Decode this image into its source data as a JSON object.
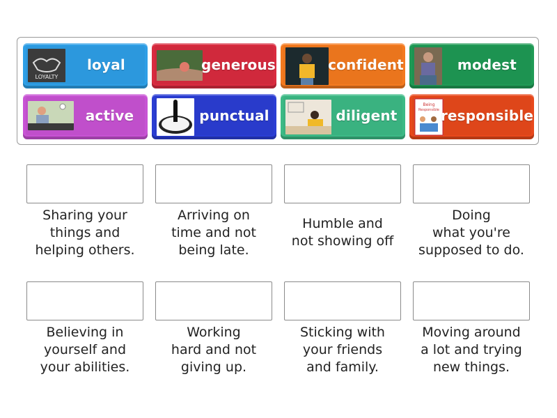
{
  "word_bank": {
    "tiles": [
      {
        "label": "loyal",
        "color": "#2e9fe6",
        "image": "loyalty-handshake-image"
      },
      {
        "label": "generous",
        "color": "#d92b3f",
        "image": "hands-giving-apple-image"
      },
      {
        "label": "confident",
        "color": "#f47a1f",
        "image": "confident-woman-image"
      },
      {
        "label": "modest",
        "color": "#1f9a55",
        "image": "modest-woman-image"
      },
      {
        "label": "active",
        "color": "#c853d4",
        "image": "busy-woman-desk-image"
      },
      {
        "label": "punctual",
        "color": "#2b3ed4",
        "image": "man-on-clock-image"
      },
      {
        "label": "diligent",
        "color": "#3dba86",
        "image": "person-working-desk-image"
      },
      {
        "label": "responsible",
        "color": "#e8491c",
        "image": "being-responsible-poster-image"
      }
    ]
  },
  "targets": [
    {
      "description": "Sharing your\nthings and\nhelping others."
    },
    {
      "description": "Arriving on\ntime and not\nbeing late."
    },
    {
      "description": "Humble and\nnot showing off"
    },
    {
      "description": "Doing\nwhat you're\nsupposed to do."
    },
    {
      "description": "Believing in\nyourself and\nyour abilities."
    },
    {
      "description": "Working\nhard and not\ngiving up."
    },
    {
      "description": "Sticking with\nyour friends\nand family."
    },
    {
      "description": "Moving around\na lot and trying\nnew things."
    }
  ]
}
